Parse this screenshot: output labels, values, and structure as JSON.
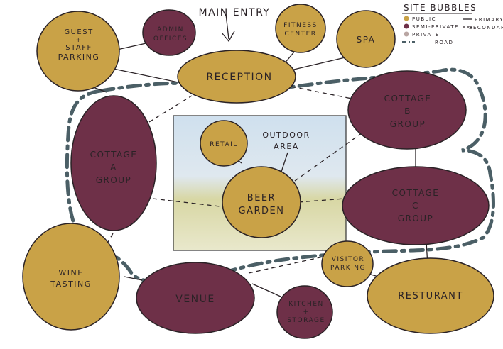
{
  "title": "MAIN ENTRY",
  "legend": {
    "title": "SITE BUBBLES",
    "items": [
      {
        "label": "PUBLIC",
        "color": "#c9a247"
      },
      {
        "label": "SEMI-PRIVATE",
        "color": "#6e3048"
      },
      {
        "label": "PRIVATE",
        "color": "#b9a6a3"
      }
    ],
    "lines": [
      {
        "label": "PRIMARY",
        "style": "solid"
      },
      {
        "label": "SECONDARY",
        "style": "dashed"
      },
      {
        "label": "ROAD",
        "style": "dash-dot"
      }
    ]
  },
  "colors": {
    "public": "#c9a247",
    "semi_private": "#6e3048",
    "road": "#4b5f66",
    "outdoor_sky": "#cfe0ee",
    "outdoor_ground": "#d8d7a4",
    "ink": "#2a2226"
  },
  "outdoor_label": [
    "OUTDOOR",
    "AREA"
  ],
  "bubbles": {
    "guest_parking": [
      "GUEST",
      "+",
      "STAFF",
      "PARKING"
    ],
    "admin_offices": [
      "ADMIN",
      "OFFICES"
    ],
    "reception": [
      "RECEPTION"
    ],
    "fitness_center": [
      "FITNESS",
      "CENTER"
    ],
    "spa": [
      "SPA"
    ],
    "cottage_a": [
      "COTTAGE",
      "A",
      "GROUP"
    ],
    "cottage_b": [
      "COTTAGE",
      "B",
      "GROUP"
    ],
    "retail": [
      "RETAIL"
    ],
    "beer_garden": [
      "BEER",
      "GARDEN"
    ],
    "cottage_c": [
      "COTTAGE",
      "C",
      "GROUP"
    ],
    "visitor_parking": [
      "VISITOR",
      "PARKING"
    ],
    "wine_tasting": [
      "WINE",
      "TASTING"
    ],
    "venue": [
      "VENUE"
    ],
    "kitchen_storage": [
      "KITCHEN",
      "+",
      "STORAGE"
    ],
    "resturant": [
      "RESTURANT"
    ]
  }
}
